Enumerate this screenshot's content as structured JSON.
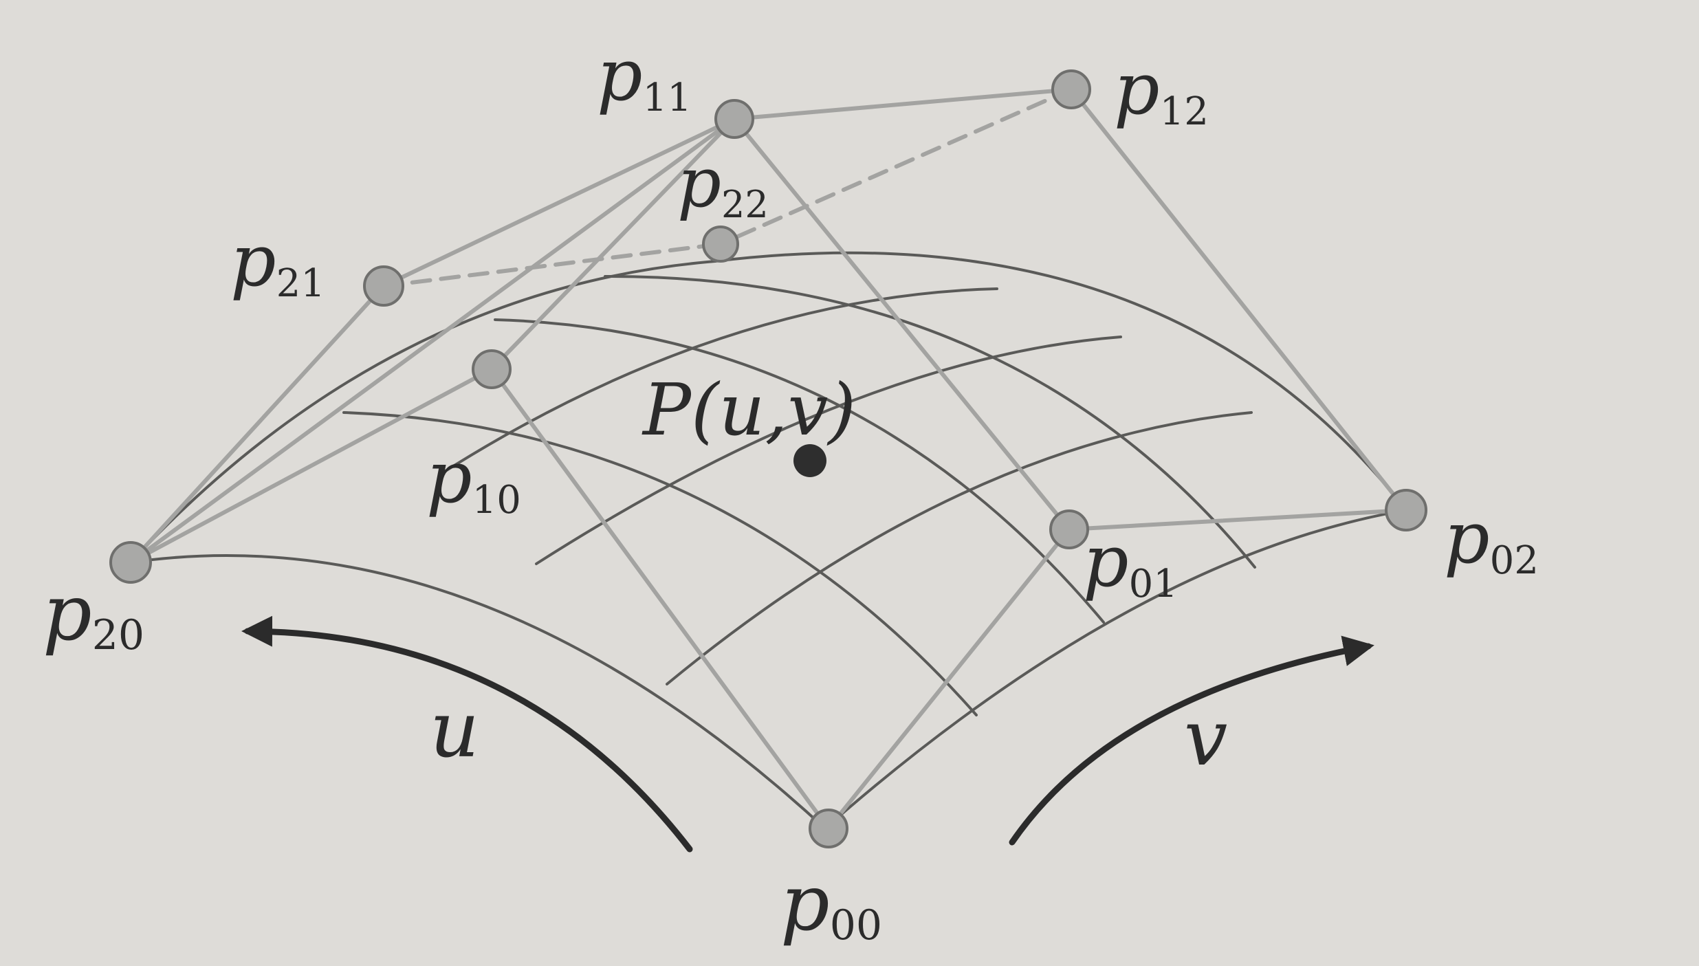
{
  "labels": {
    "p00": {
      "base": "p",
      "sub": "00"
    },
    "p01": {
      "base": "p",
      "sub": "01"
    },
    "p02": {
      "base": "p",
      "sub": "02"
    },
    "p10": {
      "base": "p",
      "sub": "10"
    },
    "p11": {
      "base": "p",
      "sub": "11"
    },
    "p12": {
      "base": "p",
      "sub": "12"
    },
    "p20": {
      "base": "p",
      "sub": "20"
    },
    "p21": {
      "base": "p",
      "sub": "21"
    },
    "p22": {
      "base": "p",
      "sub": "22"
    },
    "surface_point": "P(u,v)",
    "u": "u",
    "v": "v"
  },
  "colors": {
    "background": "#dedcd8",
    "control_polygon": "#a3a3a1",
    "surface_grid": "#5a5a58",
    "control_point": "#a9a9a7",
    "surface_point": "#2e2e2e",
    "arrow": "#2b2b2b",
    "text": "#2b2b2b"
  }
}
